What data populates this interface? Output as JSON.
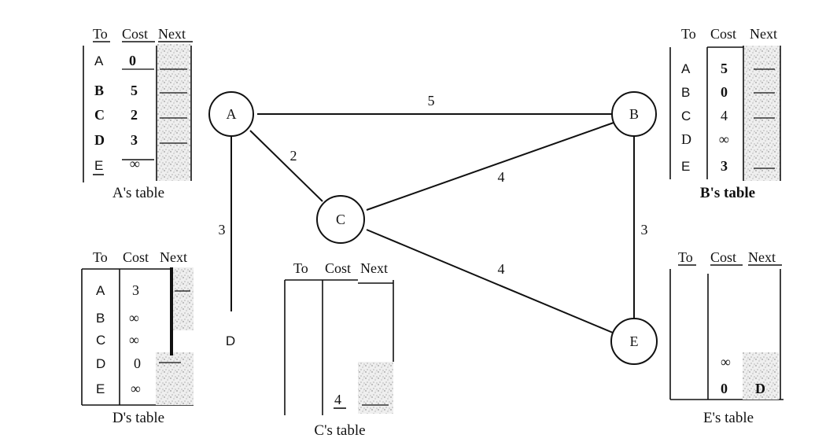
{
  "graph": {
    "nodes": [
      {
        "id": "A",
        "label": "A"
      },
      {
        "id": "B",
        "label": "B"
      },
      {
        "id": "C",
        "label": "C"
      },
      {
        "id": "E",
        "label": "E"
      }
    ],
    "d_label": "D",
    "edges": [
      {
        "from": "A",
        "to": "B",
        "weight": "5"
      },
      {
        "from": "A",
        "to": "C",
        "weight": "2"
      },
      {
        "from": "A",
        "to": "D",
        "weight": "3"
      },
      {
        "from": "C",
        "to": "B",
        "weight": "4"
      },
      {
        "from": "C",
        "to": "E",
        "weight": "4"
      },
      {
        "from": "B",
        "to": "E",
        "weight": "3"
      }
    ]
  },
  "tables": {
    "a": {
      "headers": [
        "To",
        "Cost",
        "Next"
      ],
      "rows": [
        {
          "to": "A",
          "cost": "0"
        },
        {
          "to": "B",
          "cost": "5"
        },
        {
          "to": "C",
          "cost": "2"
        },
        {
          "to": "D",
          "cost": "3"
        },
        {
          "to": "E",
          "cost": "∞"
        }
      ],
      "caption": "A's table"
    },
    "b": {
      "headers": [
        "To",
        "Cost",
        "Next"
      ],
      "rows": [
        {
          "to": "A",
          "cost": "5"
        },
        {
          "to": "B",
          "cost": "0"
        },
        {
          "to": "C",
          "cost": "4"
        },
        {
          "to": "D",
          "cost": "∞"
        },
        {
          "to": "E",
          "cost": "3"
        }
      ],
      "caption": "B's table"
    },
    "d": {
      "headers": [
        "To",
        "Cost",
        "Next"
      ],
      "rows": [
        {
          "to": "A",
          "cost": "3"
        },
        {
          "to": "B",
          "cost": "∞"
        },
        {
          "to": "C",
          "cost": "∞"
        },
        {
          "to": "D",
          "cost": "0"
        },
        {
          "to": "E",
          "cost": "∞"
        }
      ],
      "caption": "D's table"
    },
    "c": {
      "headers": [
        "To",
        "Cost",
        "Next"
      ],
      "visible_cost": "4",
      "caption": "C's table"
    },
    "e": {
      "headers": [
        "To",
        "Cost",
        "Next"
      ],
      "cost_1": "∞",
      "cost_2": "0",
      "next_2": "D",
      "caption": "E's table"
    }
  }
}
